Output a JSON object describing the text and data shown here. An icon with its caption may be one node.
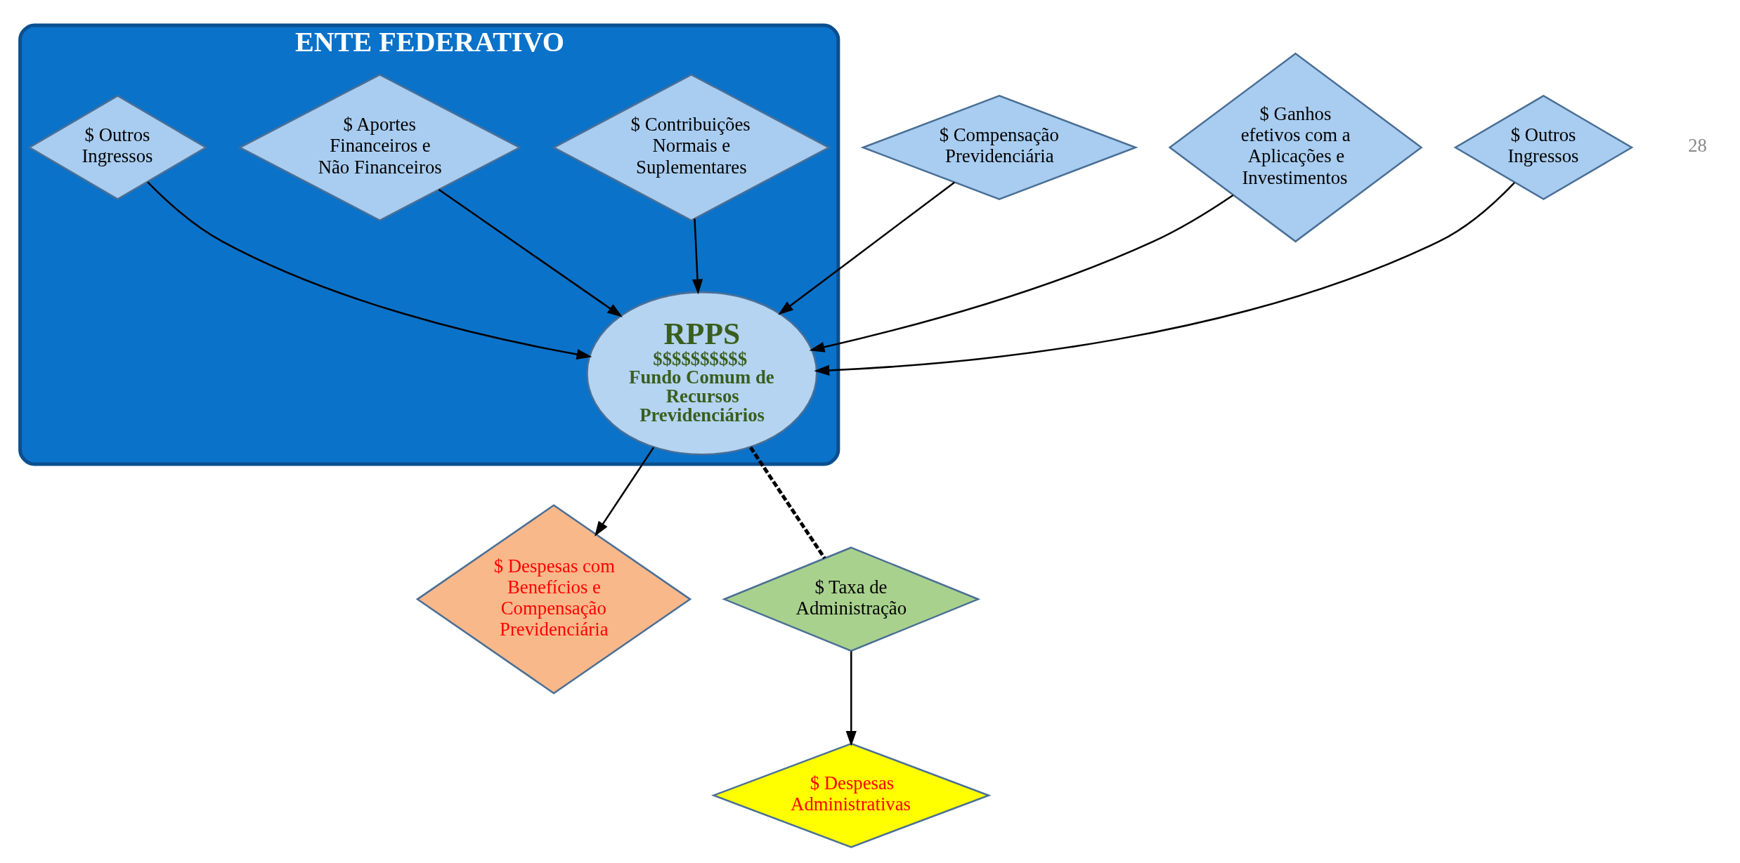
{
  "diagram": {
    "nodes": [
      {
        "text": [
          "ENTE FEDERATIVO"
        ]
      },
      {
        "text": [
          "RPPS",
          "$$$$$$$$$$",
          "Fundo Comum de Recursos Previdenciários"
        ],
        "in": 0
      },
      {
        "text": [
          "$ Compensação Previdenciária"
        ]
      },
      {
        "text": [
          "$ Ganhos efetivos com a  Aplicações e Investimentos"
        ]
      },
      {
        "text": [
          "$ Contribuições Normais e Suplementares"
        ],
        "in": 0
      },
      {
        "text": [
          "$ Aportes Financeiros e Não Financeiros"
        ],
        "in": 0
      },
      {
        "text": [
          "$ Outros Ingressos"
        ],
        "in": 0
      },
      {
        "text": [
          "$ Outros Ingressos"
        ]
      },
      {
        "text": [
          "$ Despesas com Benefícios e Compensação Previdenciária"
        ]
      },
      {
        "text": [
          "$ Taxa de Administração"
        ]
      },
      {
        "text": [
          "$ Despesas Administrativas"
        ]
      }
    ],
    "edges": [
      {
        "from": 2,
        "to": 1,
        "arrow": "to"
      },
      {
        "from": 3,
        "to": 1,
        "arrow": "to"
      },
      {
        "from": 4,
        "to": 1,
        "arrow": "to"
      },
      {
        "from": 5,
        "to": 1,
        "arrow": "to"
      },
      {
        "from": 7,
        "to": 1,
        "arrow": "to"
      },
      {
        "from": 6,
        "to": 1,
        "arrow": "to"
      },
      {
        "from": 1,
        "to": 8,
        "arrow": "to"
      },
      {
        "from": 1,
        "to": 9,
        "arrow": "none",
        "style": "dashed"
      },
      {
        "from": 9,
        "to": 10,
        "arrow": "to"
      }
    ],
    "labels": [
      "28"
    ]
  }
}
